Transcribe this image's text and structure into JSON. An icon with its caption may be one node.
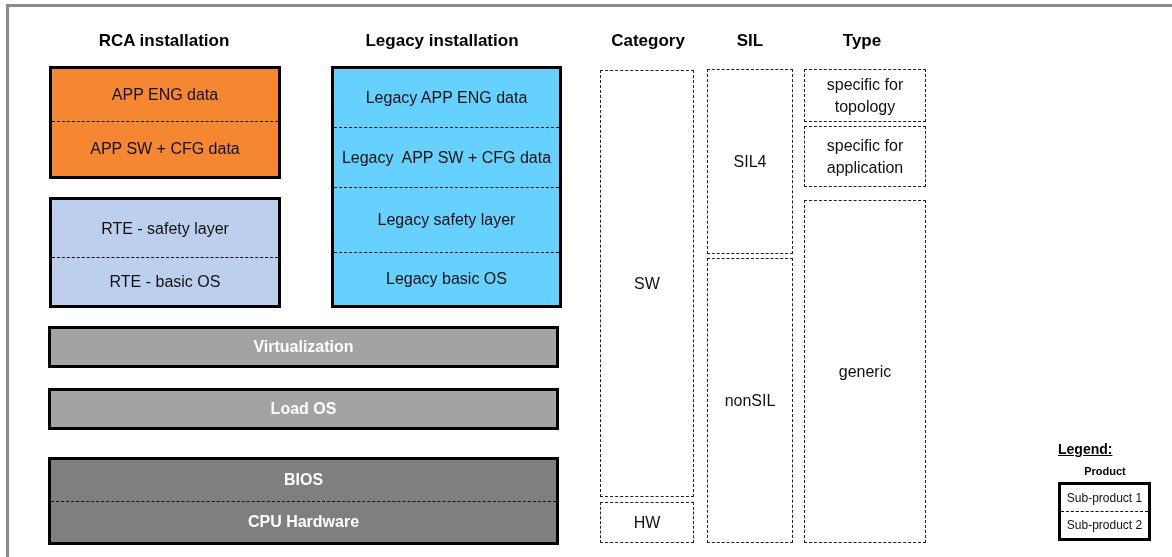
{
  "diagram": {
    "nodes": [
      {
        "text": [],
        "shape": "box"
      },
      {
        "text": [
          "APP ENG data"
        ],
        "in": 0
      },
      {
        "text": [
          "APP SW + CFG data"
        ],
        "in": 0
      },
      {
        "text": [],
        "shape": "box"
      },
      {
        "text": [
          "RTE - safety layer"
        ],
        "in": 3
      },
      {
        "text": [
          "RTE - basic OS"
        ],
        "in": 3
      },
      {
        "text": [],
        "shape": "box"
      },
      {
        "text": [
          "Legacy APP ENG data"
        ],
        "in": 6
      },
      {
        "text": [
          "Legacy  APP SW + CFG data"
        ],
        "in": 6
      },
      {
        "text": [
          "Legacy safety layer"
        ],
        "in": 6
      },
      {
        "text": [
          "Legacy basic OS"
        ],
        "in": 6
      },
      {
        "text": [
          "Virtualization"
        ]
      },
      {
        "text": [
          "Load OS"
        ]
      },
      {
        "text": [],
        "shape": "box"
      },
      {
        "text": [
          "BIOS"
        ],
        "in": 13
      },
      {
        "text": [
          "CPU Hardware"
        ],
        "in": 13
      },
      {
        "text": [
          "SW"
        ]
      },
      {
        "text": [
          "HW"
        ]
      },
      {
        "text": [
          "SIL4"
        ]
      },
      {
        "text": [
          "nonSIL"
        ]
      },
      {
        "text": [
          "specific for topology"
        ]
      },
      {
        "text": [
          "specific for application"
        ]
      },
      {
        "text": [
          "generic"
        ]
      },
      {
        "text": [],
        "shape": "box"
      },
      {
        "text": [
          "Sub-product 1"
        ],
        "in": 23
      },
      {
        "text": [
          "Sub-product 2"
        ],
        "in": 23
      }
    ],
    "labels": [
      "RCA installation",
      "Legacy installation",
      "Category",
      "SIL",
      "Type",
      "Legend:",
      "Product"
    ]
  }
}
